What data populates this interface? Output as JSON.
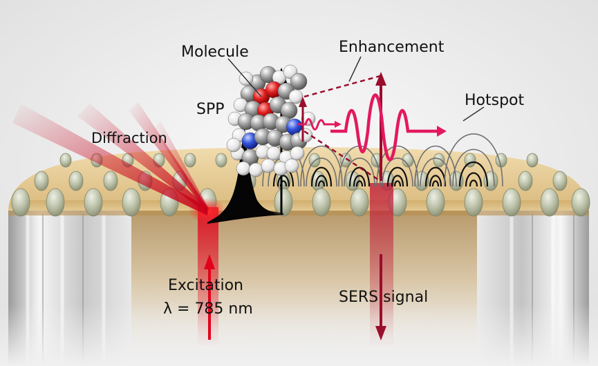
{
  "labels": {
    "molecule": "Molecule",
    "enhancement": "Enhancement",
    "hotspot": "Hotspot",
    "spp": "SPP",
    "diffraction": "Diffraction",
    "excitation_line1": "Excitation",
    "excitation_line2": "λ = 785 nm",
    "sers_signal": "SERS signal"
  },
  "colors": {
    "background": "#ededed",
    "gold": "#e3c896",
    "laser": "#e2001a",
    "signal": "#9a0d2c",
    "wave": "#e3185f",
    "fiber": "#cfcfcf"
  }
}
